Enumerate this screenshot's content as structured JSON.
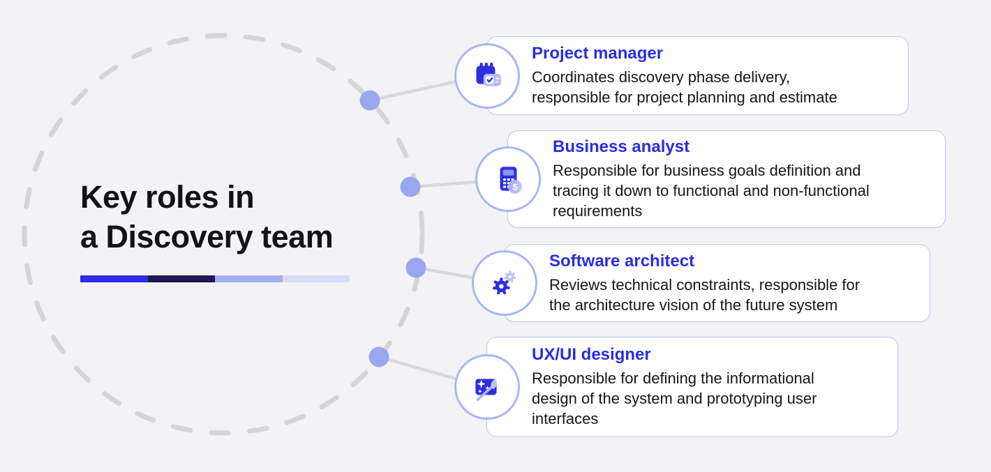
{
  "title": {
    "text": "Key roles in\na Discovery team"
  },
  "accent_bar": {
    "segment_colors": [
      "#2e2ce6",
      "#1d1853",
      "#a5b0f1",
      "#d9dcf9"
    ]
  },
  "roles": [
    {
      "name": "Project manager",
      "description": "Coordinates discovery phase delivery,\nresponsible for project planning and estimate",
      "icon": "calendar-check-icon"
    },
    {
      "name": "Business analyst",
      "description": "Responsible for business goals definition and\ntracing it down to functional and non-functional\nrequirements",
      "icon": "calculator-dollar-icon"
    },
    {
      "name": "Software architect",
      "description": "Reviews technical constraints, responsible for\nthe architecture vision of the future system",
      "icon": "gears-icon"
    },
    {
      "name": "UX/UI designer",
      "description": "Responsible for defining the informational\ndesign of the system and prototyping user\ninterfaces",
      "icon": "design-brush-icon"
    }
  ],
  "theme": {
    "brand_blue": "#2b2de3",
    "icon_blue": "#2d2fdf",
    "periwinkle": "#aab6f4",
    "dot_color": "#9aa7f0",
    "dashed_circle_color": "#d5d5d7",
    "background": "#f3f3f5",
    "card_border": "#bdc6f3",
    "text_dark": "#16161b"
  }
}
